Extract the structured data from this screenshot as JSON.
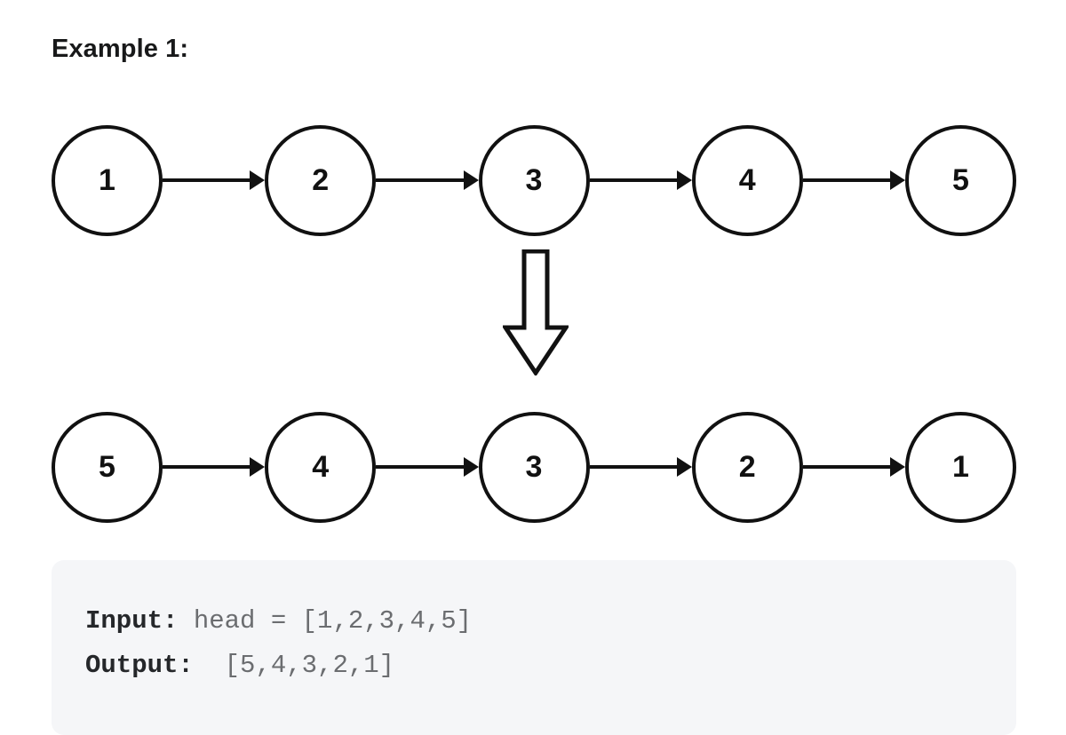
{
  "heading": "Example 1:",
  "diagram": {
    "input_list": {
      "label": "input-linked-list",
      "nodes": [
        "1",
        "2",
        "3",
        "4",
        "5"
      ],
      "arrow_icon": "arrow-right-icon"
    },
    "transform_arrow": {
      "icon": "block-arrow-down-icon",
      "direction": "down"
    },
    "output_list": {
      "label": "output-linked-list",
      "nodes": [
        "5",
        "4",
        "3",
        "2",
        "1"
      ],
      "arrow_icon": "arrow-right-icon"
    },
    "node_border_color": "#111111",
    "node_fill_color": "#ffffff"
  },
  "code_block": {
    "background_color": "#f5f6f8",
    "lines": [
      {
        "label": "Input:",
        "value": " head = [1,2,3,4,5]"
      },
      {
        "label": "Output:",
        "value": "  [5,4,3,2,1]"
      }
    ]
  }
}
